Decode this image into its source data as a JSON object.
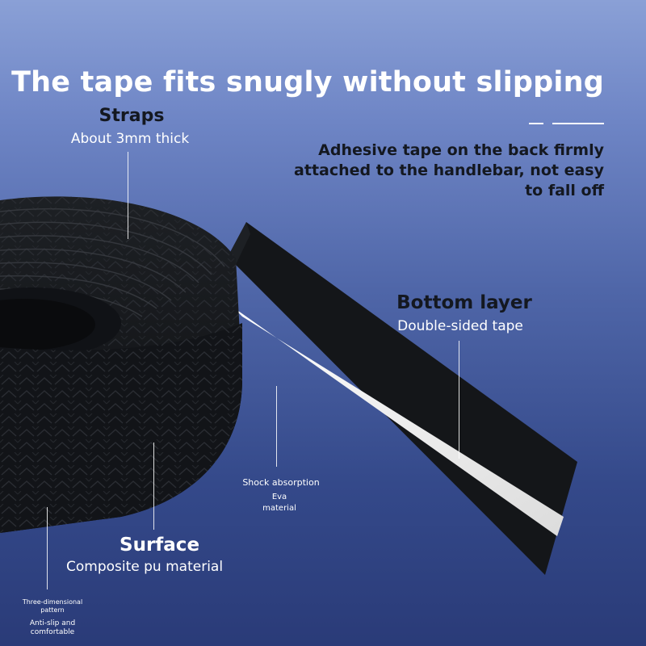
{
  "headline": "The tape fits snugly without slipping",
  "straps": {
    "title": "Straps",
    "subtitle": "About 3mm thick"
  },
  "adhesive": {
    "lines": [
      "Adhesive tape on the back firmly",
      "attached to the handlebar, not easy",
      "to fall off"
    ]
  },
  "bottom_layer": {
    "title": "Bottom layer",
    "subtitle": "Double-sided tape"
  },
  "middle_layer": {
    "line1": "Shock absorption",
    "line2": "Eva",
    "line3": "material"
  },
  "surface": {
    "title": "Surface",
    "subtitle": "Composite pu material"
  },
  "pattern_note": {
    "line1": "Three-dimensional",
    "line2": "pattern"
  },
  "grip_note": {
    "line1": "Anti-slip and",
    "line2": "comfortable"
  },
  "colors": {
    "background_top": "#8aa0d6",
    "background_bottom": "#2a3b78",
    "tape": "#15171b",
    "adhesive_strip": "#f2f2f2",
    "text_light": "#ffffff",
    "text_dark": "#141820"
  }
}
